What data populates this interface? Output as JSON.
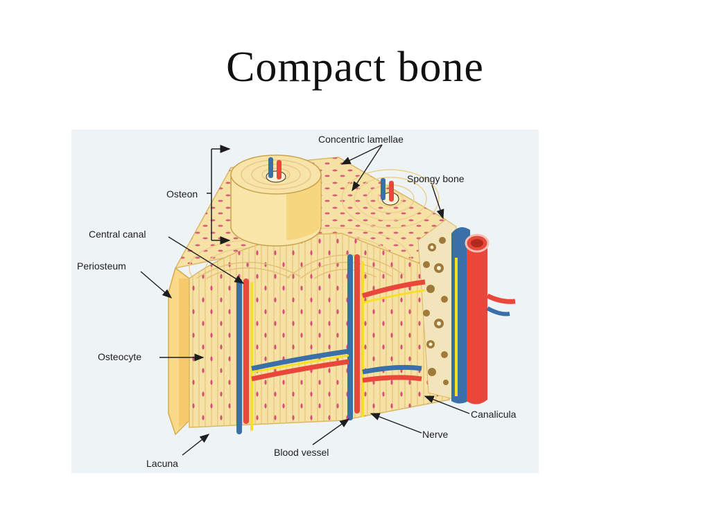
{
  "slide": {
    "title": "Compact bone"
  },
  "diagram": {
    "labels": {
      "concentric_lamellae": "Concentric lamellae",
      "spongy_bone": "Spongy bone",
      "osteon": "Osteon",
      "central_canal": "Central canal",
      "periosteum": "Periosteum",
      "osteocyte": "Osteocyte",
      "canalicula": "Canalicula",
      "nerve": "Nerve",
      "blood_vessel": "Blood vessel",
      "lacuna": "Lacuna"
    },
    "colors": {
      "bone": "#f6e2a4",
      "bone_light": "#fbf0c8",
      "lacuna": "#d4507a",
      "artery": "#e8473a",
      "vein": "#3a6fa8",
      "nerve": "#f5e027",
      "spongy": "#a07a3a",
      "background": "#eef3f6"
    }
  }
}
